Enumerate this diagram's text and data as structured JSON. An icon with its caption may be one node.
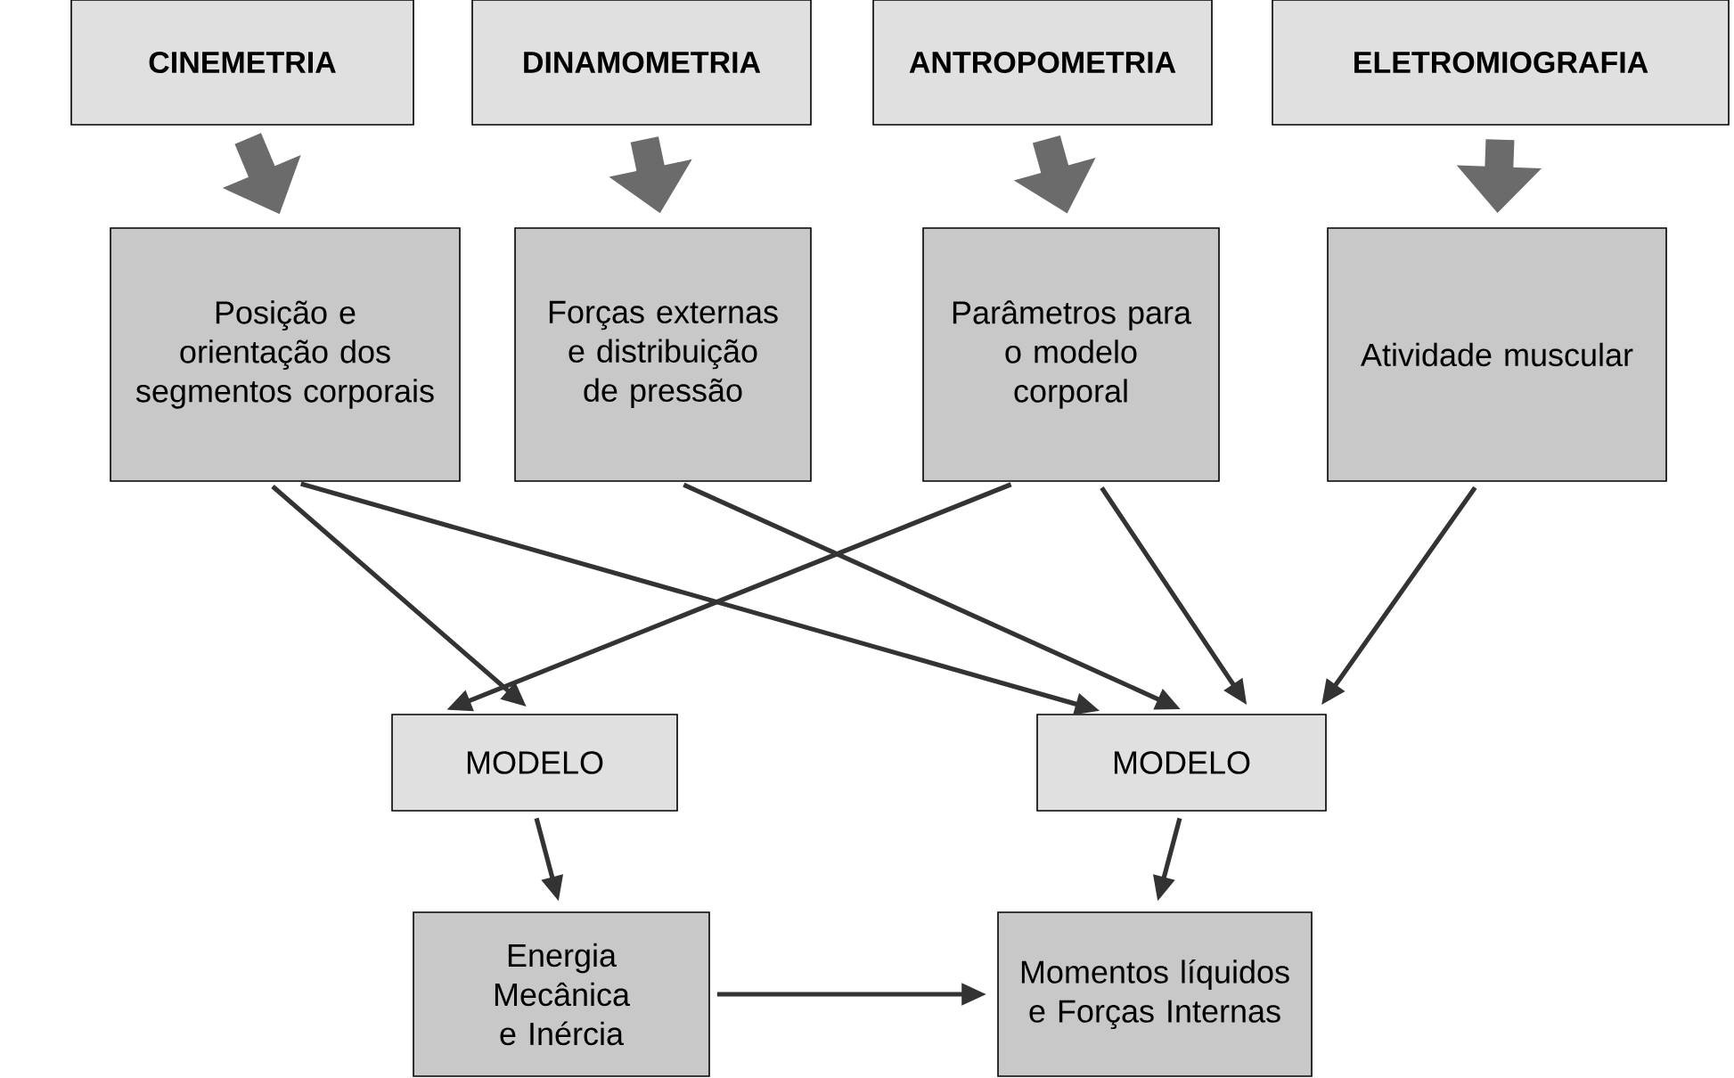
{
  "diagram": {
    "nodes": [
      {
        "text": [
          "CINEMETRIA"
        ]
      },
      {
        "text": [
          "DINAMOMETRIA"
        ]
      },
      {
        "text": [
          "ANTROPOMETRIA"
        ]
      },
      {
        "text": [
          "ELETROMIOGRAFIA"
        ]
      },
      {
        "text": [
          "Posição e orientação dos segmentos corporais"
        ]
      },
      {
        "text": [
          "Forças externas e distribuição de pressão"
        ]
      },
      {
        "text": [
          "Parâmetros para o modelo corporal"
        ]
      },
      {
        "text": [
          "Atividade muscular"
        ]
      },
      {
        "text": [
          "MODELO"
        ]
      },
      {
        "text": [
          "MODELO"
        ]
      },
      {
        "text": [
          "Energia Mecânica e Inércia"
        ]
      },
      {
        "text": [
          "Momentos líquidos e Forças Internas"
        ]
      }
    ],
    "edges": [
      {
        "from": 0,
        "to": 4,
        "arrow": "to",
        "style": "thick",
        "color": "#6b6b6b"
      },
      {
        "from": 1,
        "to": 5,
        "arrow": "to",
        "style": "thick",
        "color": "#6b6b6b"
      },
      {
        "from": 2,
        "to": 6,
        "arrow": "to",
        "style": "thick",
        "color": "#6b6b6b"
      },
      {
        "from": 3,
        "to": 7,
        "arrow": "to",
        "style": "thick",
        "color": "#6b6b6b"
      },
      {
        "from": 4,
        "to": 8,
        "arrow": "to"
      },
      {
        "from": 4,
        "to": 9,
        "arrow": "to"
      },
      {
        "from": 5,
        "to": 9,
        "arrow": "to"
      },
      {
        "from": 6,
        "to": 8,
        "arrow": "to"
      },
      {
        "from": 6,
        "to": 9,
        "arrow": "to"
      },
      {
        "from": 7,
        "to": 9,
        "arrow": "to"
      },
      {
        "from": 8,
        "to": 10,
        "arrow": "to"
      },
      {
        "from": 9,
        "to": 11,
        "arrow": "to"
      },
      {
        "from": 10,
        "to": 11,
        "arrow": "to"
      }
    ]
  }
}
